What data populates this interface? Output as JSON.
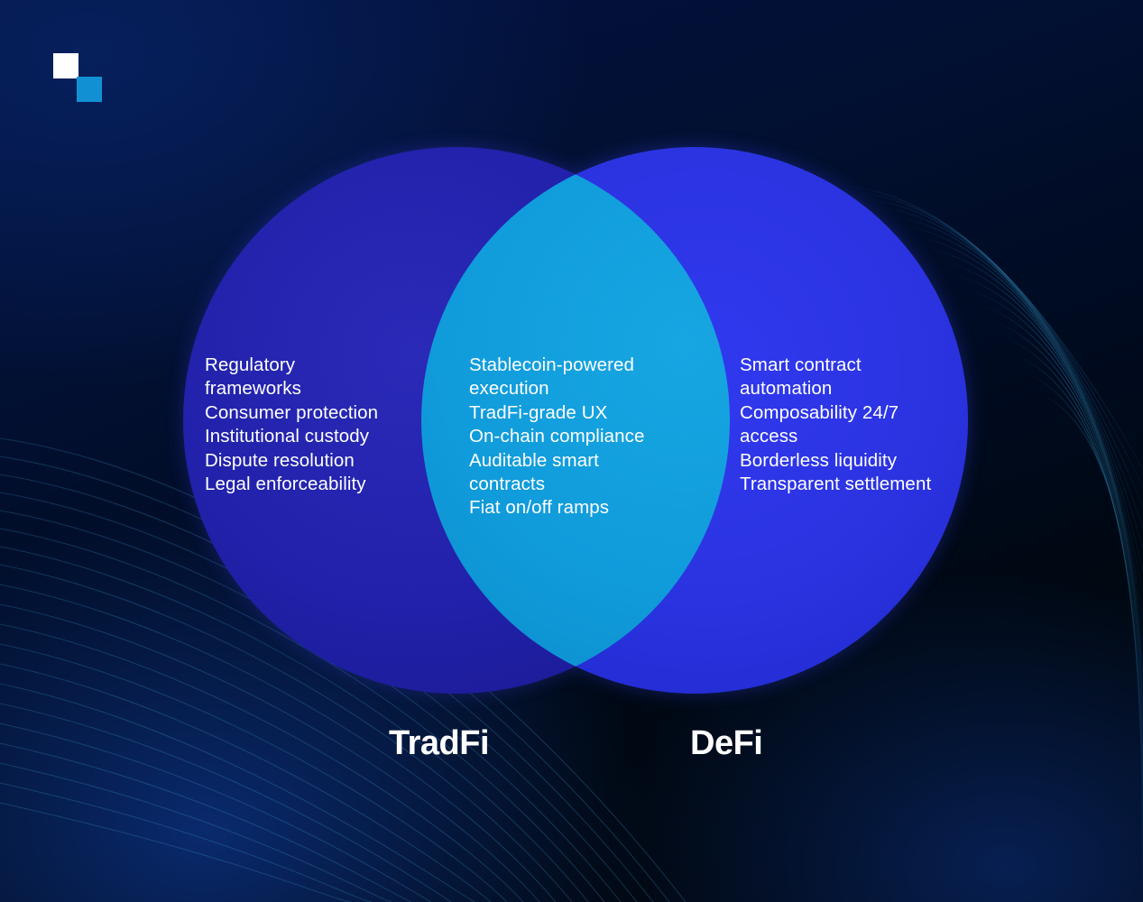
{
  "brand": {
    "logo_name": "two-square-logo",
    "square_white_color": "#ffffff",
    "square_blue_color": "#1191d4"
  },
  "theme": {
    "background_dark": "#00070f",
    "background_navy": "#041243",
    "left_circle_color": "#2222a8",
    "right_circle_color": "#2b33e0",
    "overlap_color": "#109bdb",
    "text_color": "#ffffff"
  },
  "diagram": {
    "type": "venn",
    "left": {
      "label": "TradFi",
      "items": [
        "Regulatory frameworks",
        "Consumer protection",
        "Institutional custody",
        "Dispute resolution",
        "Legal enforceability"
      ],
      "text": "Regulatory\nframeworks\nConsumer protection\nInstitutional custody\nDispute resolution\nLegal enforceability"
    },
    "overlap": {
      "label": "",
      "items": [
        "Stablecoin-powered execution",
        "TradFi-grade UX",
        "On-chain compliance",
        "Auditable smart contracts",
        "Fiat on/off ramps"
      ],
      "text": "Stablecoin-powered\nexecution\nTradFi-grade UX\nOn-chain compliance\nAuditable smart\ncontracts\nFiat on/off ramps"
    },
    "right": {
      "label": "DeFi",
      "items": [
        "Smart contract automation",
        "Composability 24/7 access",
        "Borderless liquidity",
        "Transparent settlement"
      ],
      "text": "Smart contract\nautomation\nComposability 24/7\naccess\nBorderless liquidity\nTransparent settlement"
    }
  }
}
